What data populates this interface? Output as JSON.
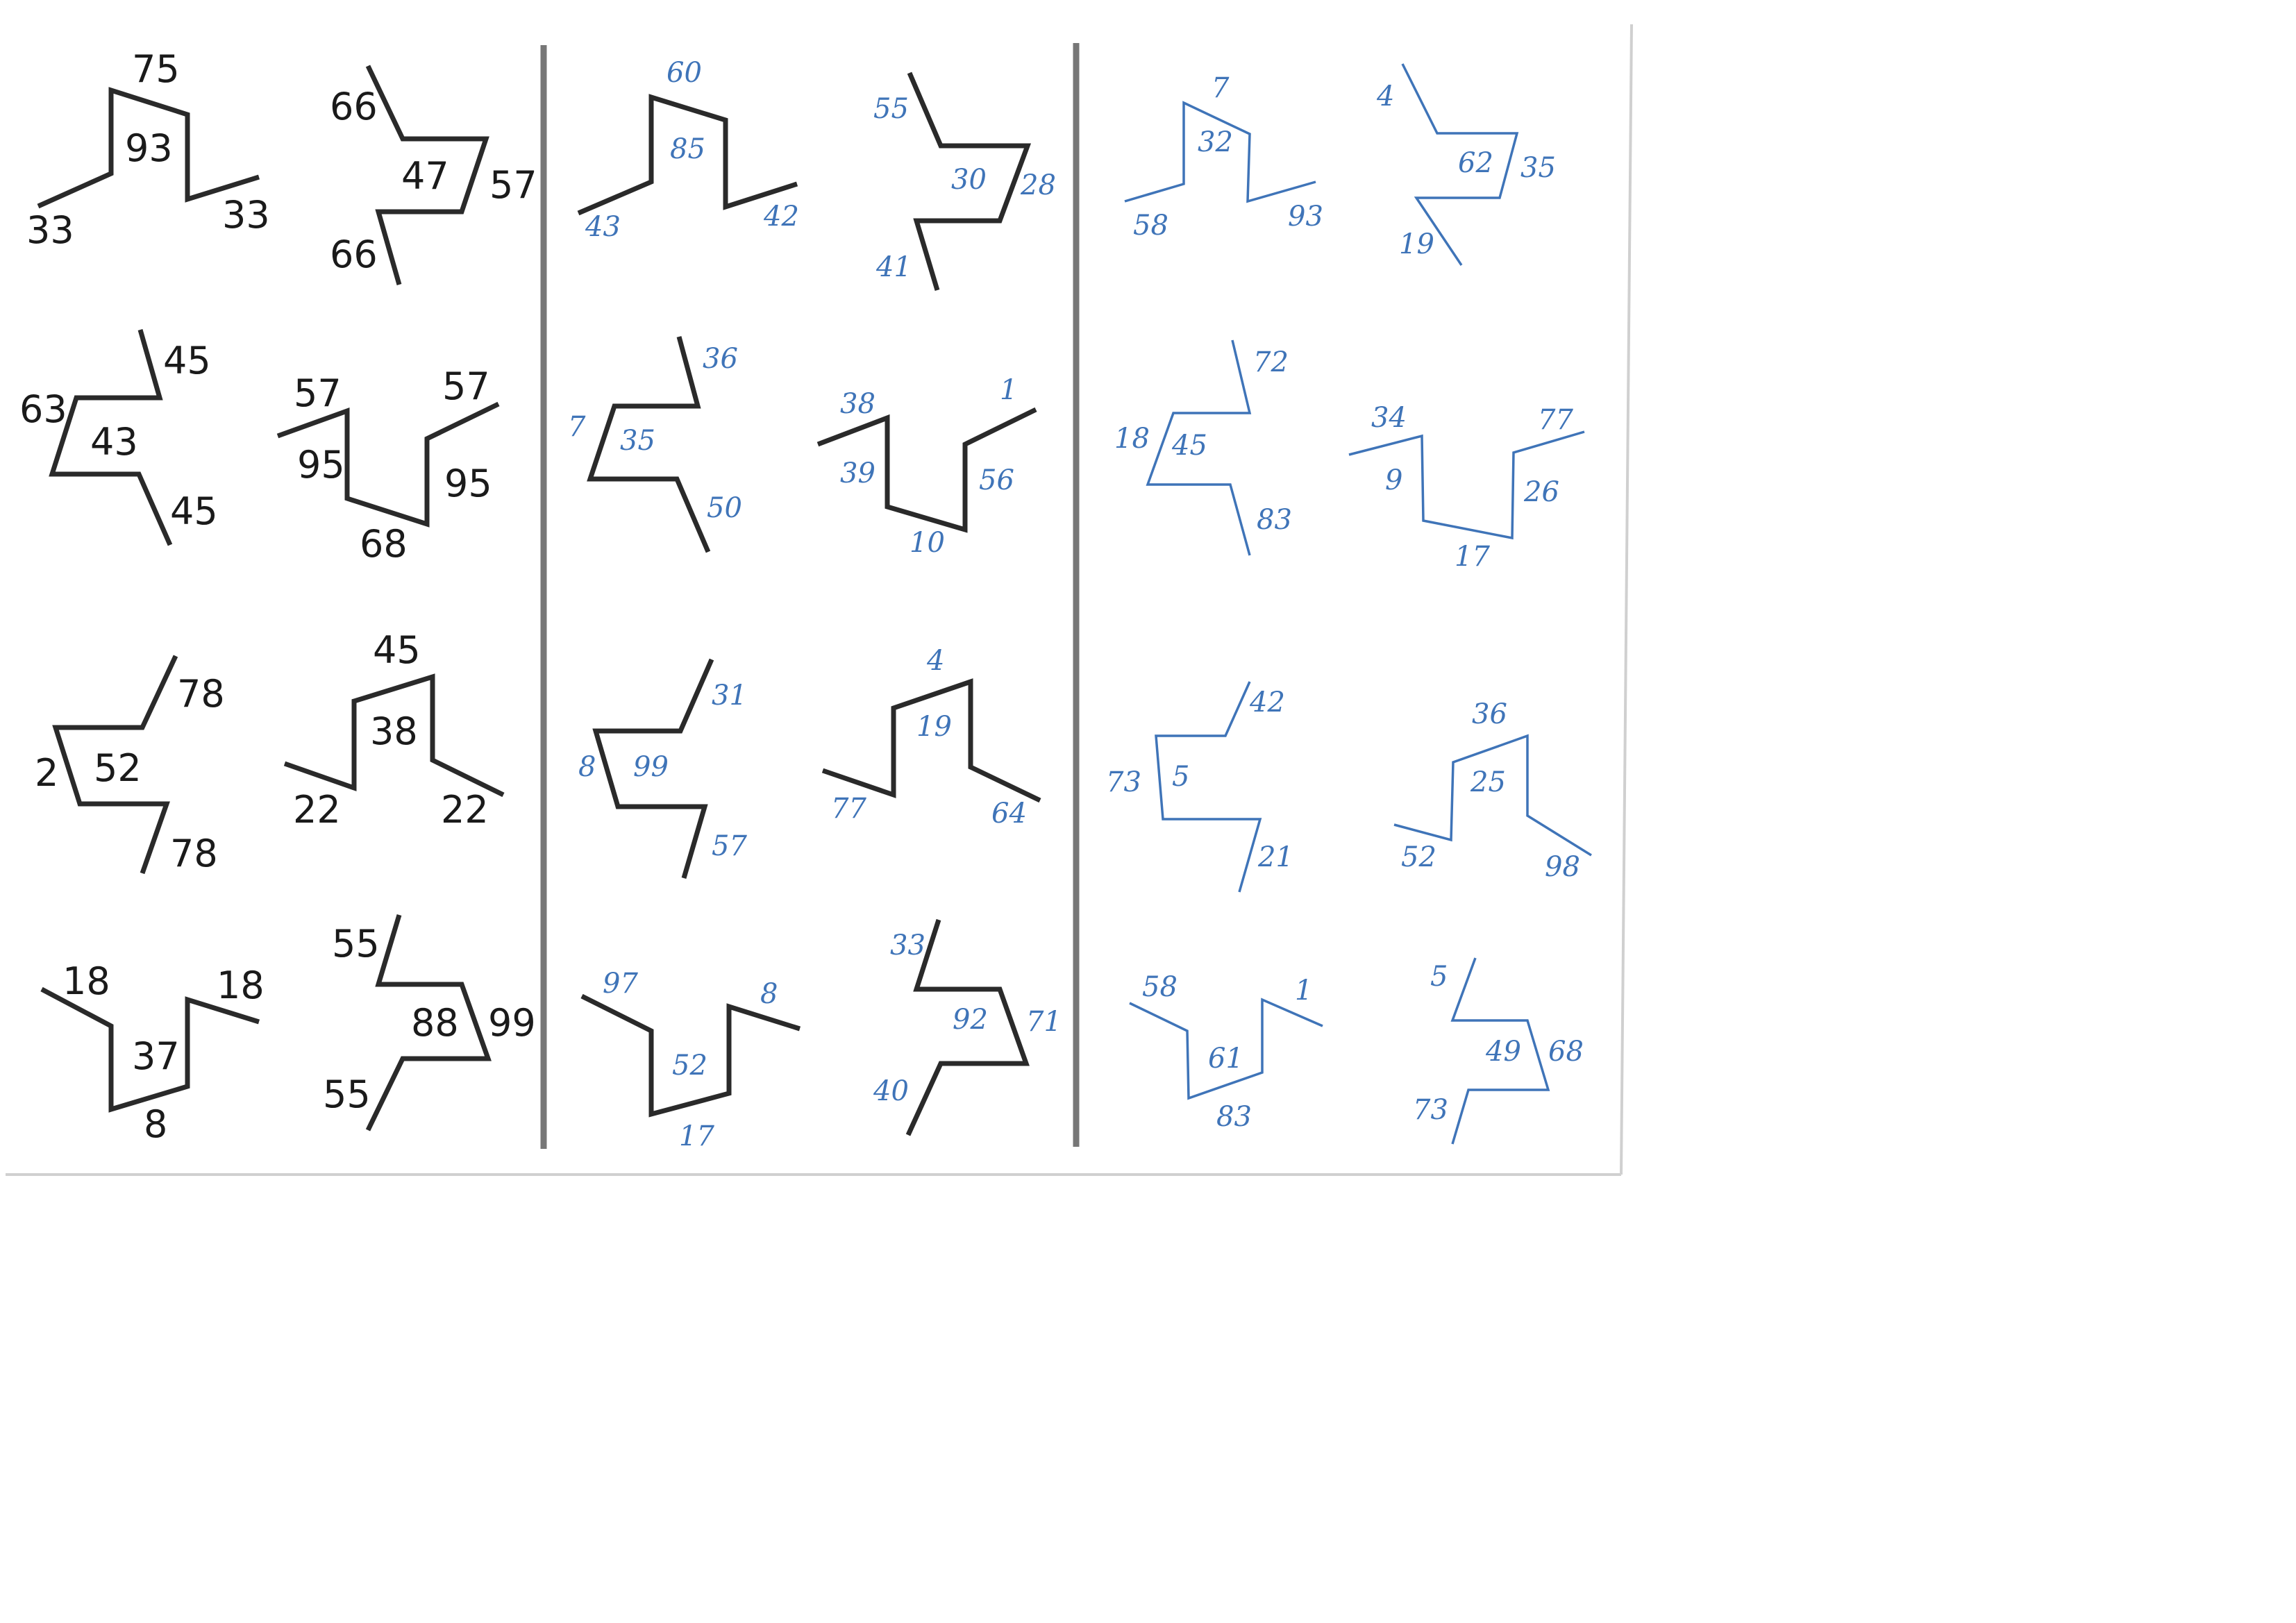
{
  "columns": {
    "left": {
      "shapes": [
        {
          "labels": [
            "75",
            "93",
            "33",
            "33"
          ]
        },
        {
          "labels": [
            "66",
            "47",
            "57",
            "66"
          ]
        },
        {
          "labels": [
            "45",
            "63",
            "43",
            "45"
          ]
        },
        {
          "labels": [
            "57",
            "57",
            "95",
            "95",
            "68"
          ]
        },
        {
          "labels": [
            "78",
            "2",
            "52",
            "78"
          ]
        },
        {
          "labels": [
            "45",
            "38",
            "22",
            "22"
          ]
        },
        {
          "labels": [
            "18",
            "18",
            "37",
            "8"
          ]
        },
        {
          "labels": [
            "55",
            "88",
            "99",
            "55"
          ]
        }
      ]
    },
    "middle": {
      "shapes": [
        {
          "labels": [
            "60",
            "85",
            "43",
            "42"
          ]
        },
        {
          "labels": [
            "55",
            "30",
            "28",
            "41"
          ]
        },
        {
          "labels": [
            "36",
            "7",
            "35",
            "50"
          ]
        },
        {
          "labels": [
            "38",
            "1",
            "39",
            "56",
            "10"
          ]
        },
        {
          "labels": [
            "31",
            "8",
            "99",
            "57"
          ]
        },
        {
          "labels": [
            "4",
            "19",
            "77",
            "64"
          ]
        },
        {
          "labels": [
            "97",
            "8",
            "52",
            "17"
          ]
        },
        {
          "labels": [
            "33",
            "92",
            "71",
            "40"
          ]
        }
      ]
    },
    "right": {
      "shapes": [
        {
          "labels": [
            "7",
            "32",
            "58",
            "93"
          ]
        },
        {
          "labels": [
            "4",
            "62",
            "35",
            "19"
          ]
        },
        {
          "labels": [
            "72",
            "18",
            "45",
            "83"
          ]
        },
        {
          "labels": [
            "34",
            "77",
            "9",
            "26",
            "17"
          ]
        },
        {
          "labels": [
            "42",
            "73",
            "5",
            "21"
          ]
        },
        {
          "labels": [
            "36",
            "25",
            "52",
            "98"
          ]
        },
        {
          "labels": [
            "58",
            "1",
            "61",
            "83"
          ]
        },
        {
          "labels": [
            "5",
            "49",
            "68",
            "73"
          ]
        }
      ]
    }
  },
  "colors": {
    "printed": "#1a1a1a",
    "handwritten": "#3f74b8",
    "divider": "#777777",
    "page_border": "#d0d0d0"
  }
}
